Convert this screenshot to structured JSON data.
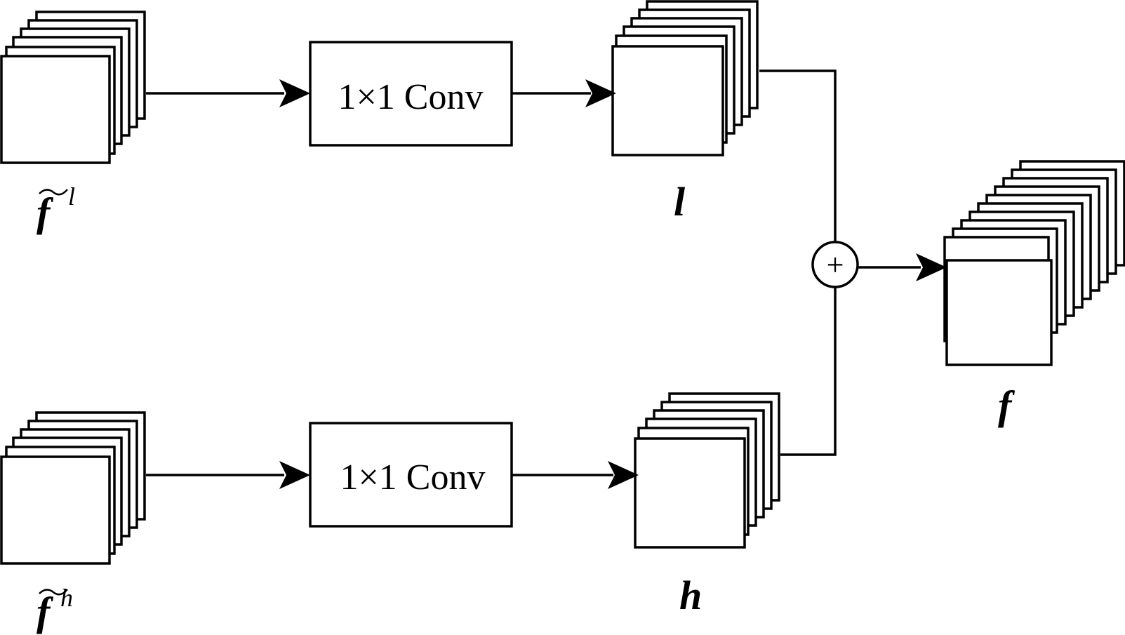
{
  "conv_top": {
    "label": "1×1 Conv"
  },
  "conv_bottom": {
    "label": "1×1 Conv"
  },
  "inputs": {
    "low": {
      "symbol": "f",
      "superscript": "l"
    },
    "high": {
      "symbol": "f",
      "superscript": "h"
    }
  },
  "outputs": {
    "l": "l",
    "h": "h",
    "f": "f"
  },
  "sum_node": {
    "symbol": "+"
  }
}
